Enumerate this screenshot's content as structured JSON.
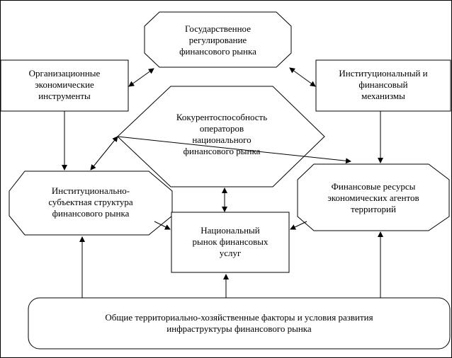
{
  "nodes": {
    "state_regulation": "Государственное\nрегулирование\nфинансового рынка",
    "org_instruments": "Организационные\nэкономические\nинструменты",
    "inst_financial": "Институциональный и\nфинансовый\nмеханизмы",
    "competitiveness": "Кокурентоспособность\nоператоров\nнационального\nфинансового рынка",
    "inst_subject": "Институционально-\nсубъектная структура\nфинансового рынка",
    "financial_resources": "Финансовые ресурсы\nэкономических агентов\nтерриторий",
    "national_market": "Национальный\nрынок финансовых\nуслуг",
    "general_factors": "Общие территориально-хозяйственные факторы и условия развития\nинфраструктуры финансового рынка"
  },
  "colors": {
    "stroke": "#000000",
    "background": "#ffffff"
  }
}
